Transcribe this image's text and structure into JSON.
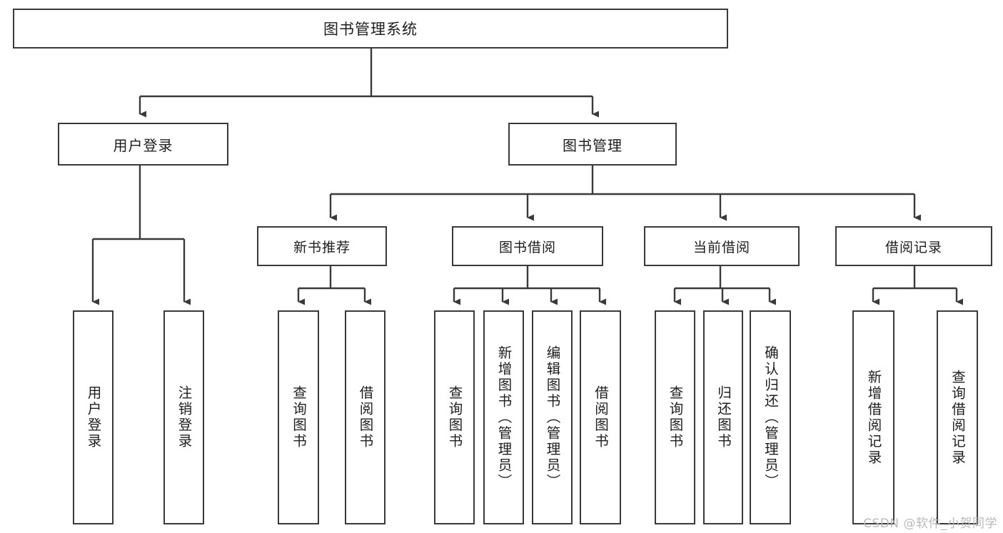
{
  "diagram": {
    "type": "tree-hierarchy",
    "title": "图书管理系统",
    "orientation": "top-down",
    "colors": {
      "box_border": "#3a3a3a",
      "box_fill": "#ffffff",
      "connector": "#3a3a3a",
      "text": "#1d1d1d",
      "watermark": "#b9b9b9",
      "background": "#ffffff"
    }
  },
  "root": {
    "label": "图书管理系统"
  },
  "level2": [
    {
      "id": "user-login",
      "label": "用户登录"
    },
    {
      "id": "book-management",
      "label": "图书管理"
    }
  ],
  "level3": [
    {
      "id": "new-book-recommend",
      "label": "新书推荐",
      "parent": "book-management"
    },
    {
      "id": "book-borrow",
      "label": "图书借阅",
      "parent": "book-management"
    },
    {
      "id": "current-borrow",
      "label": "当前借阅",
      "parent": "book-management"
    },
    {
      "id": "borrow-record",
      "label": "借阅记录",
      "parent": "book-management"
    }
  ],
  "leaves": [
    {
      "id": "leaf-user-login",
      "label": "用户登录",
      "parent": "user-login"
    },
    {
      "id": "leaf-logout",
      "label": "注销登录",
      "parent": "user-login"
    },
    {
      "id": "leaf-query-book-1",
      "label": "查询图书",
      "parent": "new-book-recommend"
    },
    {
      "id": "leaf-borrow-book-1",
      "label": "借阅图书",
      "parent": "new-book-recommend"
    },
    {
      "id": "leaf-query-book-2",
      "label": "查询图书",
      "parent": "book-borrow"
    },
    {
      "id": "leaf-add-book",
      "label": "新增图书（管理员）",
      "parent": "book-borrow"
    },
    {
      "id": "leaf-edit-book",
      "label": "编辑图书（管理员）",
      "parent": "book-borrow"
    },
    {
      "id": "leaf-borrow-book-2",
      "label": "借阅图书",
      "parent": "book-borrow"
    },
    {
      "id": "leaf-query-book-3",
      "label": "查询图书",
      "parent": "current-borrow"
    },
    {
      "id": "leaf-return-book",
      "label": "归还图书",
      "parent": "current-borrow"
    },
    {
      "id": "leaf-confirm-return",
      "label": "确认归还（管理员）",
      "parent": "current-borrow"
    },
    {
      "id": "leaf-add-record",
      "label": "新增借阅记录",
      "parent": "borrow-record"
    },
    {
      "id": "leaf-query-record",
      "label": "查询借阅记录",
      "parent": "borrow-record"
    }
  ],
  "watermark": {
    "text": "CSDN @软件_小贺同学"
  }
}
